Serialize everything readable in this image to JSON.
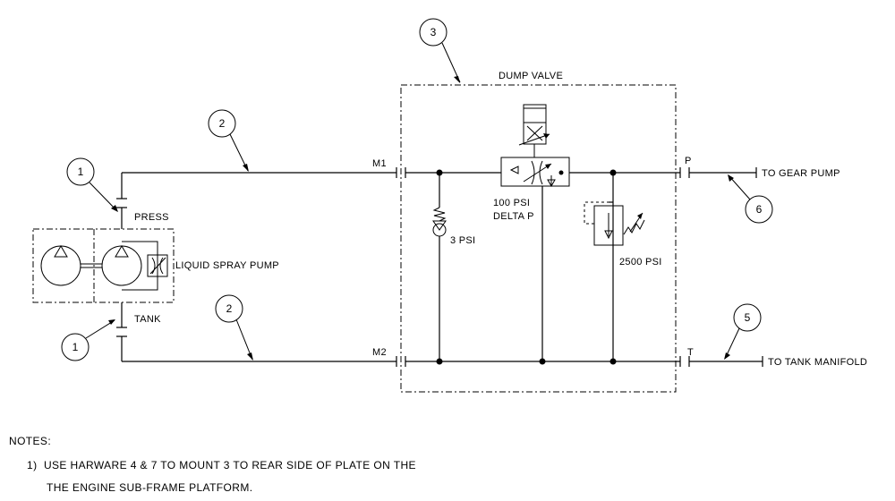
{
  "callouts": {
    "c1_top": "1",
    "c1_bottom": "1",
    "c2_top": "2",
    "c2_bottom": "2",
    "c3": "3",
    "c5": "5",
    "c6": "6"
  },
  "labels": {
    "dump_valve": "DUMP VALVE",
    "press": "PRESS",
    "tank": "TANK",
    "liquid_spray_pump": "LIQUID SPRAY PUMP",
    "m1": "M1",
    "m2": "M2",
    "port_p": "P",
    "port_t": "T",
    "to_gear_pump": "TO GEAR PUMP",
    "to_tank_manifold": "TO TANK MANIFOLD",
    "check_psi": "3 PSI",
    "flow_psi": "100 PSI",
    "delta_p": "DELTA P",
    "relief_psi": "2500 PSI"
  },
  "notes": {
    "heading": "NOTES:",
    "line1": "1)  USE HARWARE 4 & 7 TO MOUNT 3 TO REAR SIDE OF PLATE ON THE",
    "line2": "THE ENGINE SUB-FRAME PLATFORM."
  }
}
